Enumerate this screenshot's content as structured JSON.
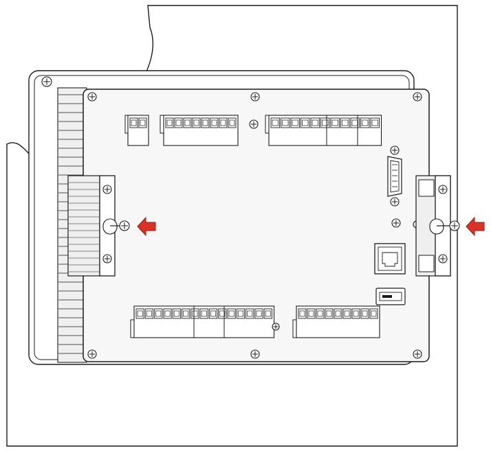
{
  "colors": {
    "line": "#1a1a1a",
    "board_fill": "#f7f7f7",
    "panel_fill": "#ffffff",
    "housing_fill": "#efefef",
    "arrow_fill": "#d93328",
    "arrow_stroke": "#8f1b14"
  },
  "components": {
    "mounting_clamps": 2,
    "board_screws": 8,
    "top_terminal_blocks": 2,
    "bottom_terminal_blocks": 2,
    "ports": [
      "db9-serial",
      "rj45-ethernet",
      "usb"
    ]
  },
  "annotations": {
    "arrows": 2,
    "arrow_direction": "left"
  }
}
